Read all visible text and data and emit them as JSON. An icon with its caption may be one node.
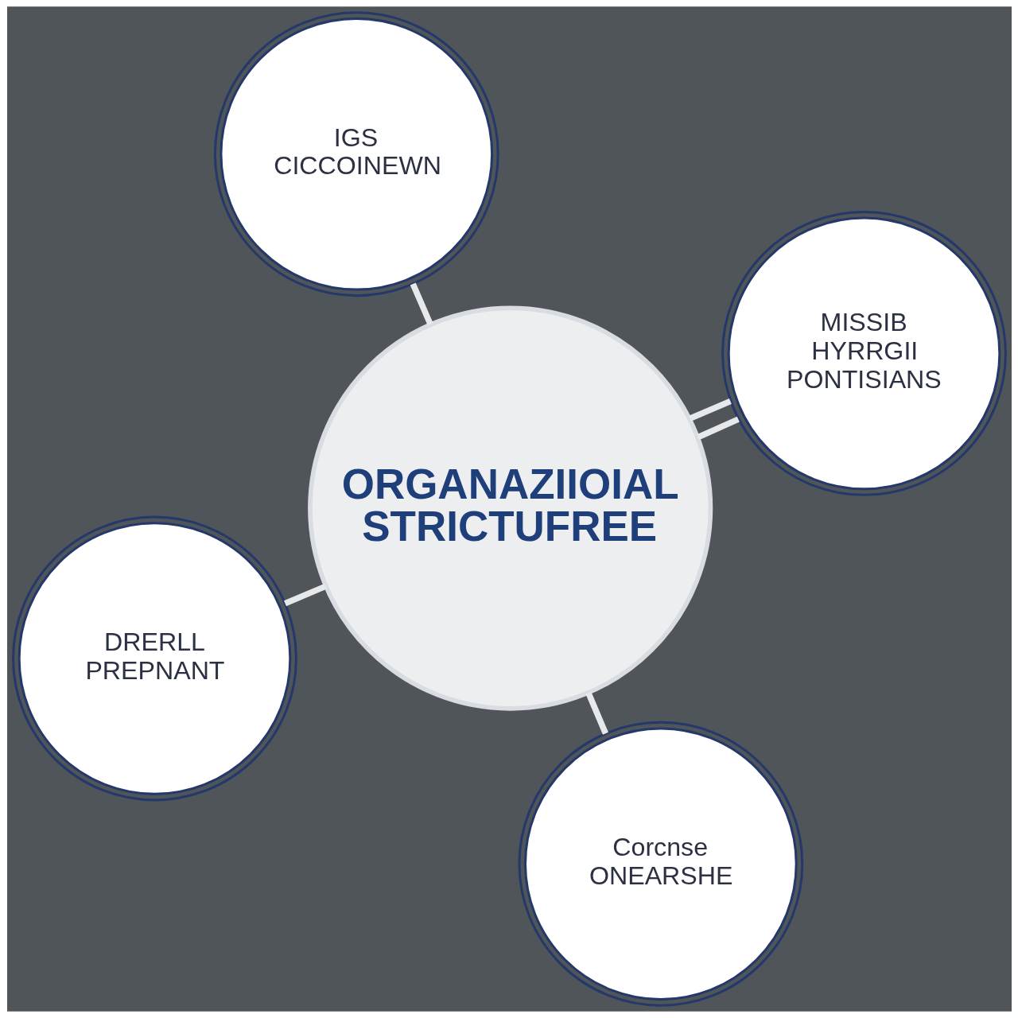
{
  "diagram": {
    "nodes": [
      {
        "text": [
          "IGS CICCOINEWN"
        ]
      },
      {
        "text": [
          "ORGANAZIIOIAL STRICTUFREE"
        ]
      },
      {
        "text": [
          "MISSIB HYRRGII PONTISIANS"
        ]
      },
      {
        "text": [
          "DRERLL PREPNANT"
        ]
      },
      {
        "text": [
          "Corcnse ONEARSHE"
        ]
      }
    ],
    "edges": [
      {
        "from": 1,
        "to": 0,
        "arrow": "none"
      },
      {
        "from": 1,
        "to": 2,
        "arrow": "none"
      },
      {
        "from": 1,
        "to": 2,
        "arrow": "none"
      },
      {
        "from": 1,
        "to": 3,
        "arrow": "none"
      },
      {
        "from": 1,
        "to": 4,
        "arrow": "none"
      }
    ]
  }
}
